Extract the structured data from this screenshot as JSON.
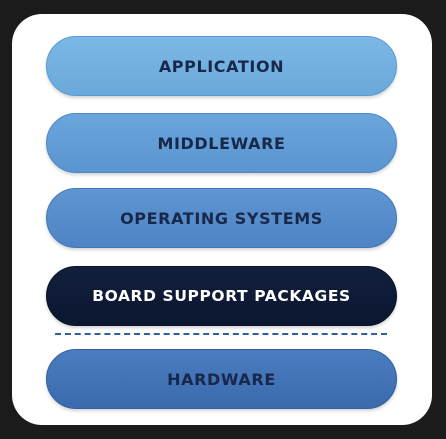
{
  "diagram": {
    "layers": [
      {
        "label": "APPLICATION",
        "color": "#72afe0"
      },
      {
        "label": "MIDDLEWARE",
        "color": "#629dd5"
      },
      {
        "label": "OPERATING SYSTEMS",
        "color": "#568ccb"
      },
      {
        "label": "BOARD SUPPORT PACKAGES",
        "color": "#0f1b36"
      },
      {
        "label": "HARDWARE",
        "color": "#4273b6"
      }
    ],
    "divider_color": "#2f5f9e"
  }
}
